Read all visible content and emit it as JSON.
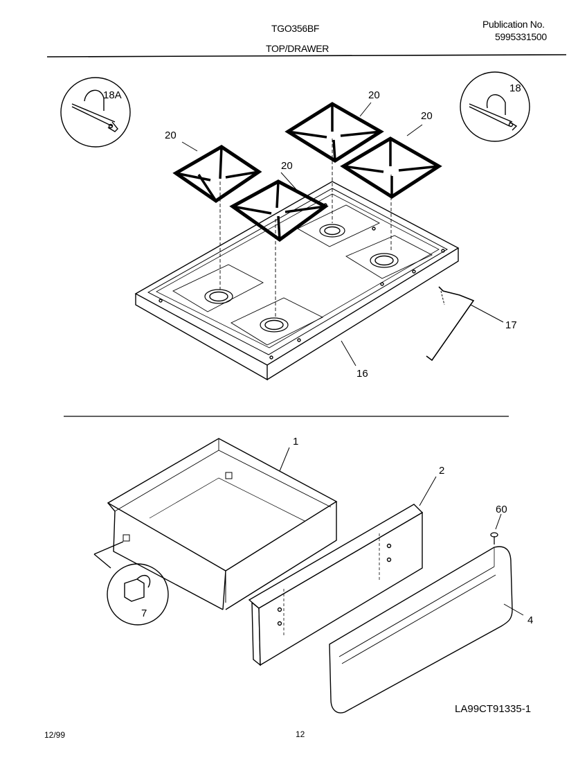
{
  "header": {
    "model": "TGO356BF",
    "section": "TOP/DRAWER",
    "publication_label": "Publication No.",
    "publication_number": "5995331500"
  },
  "callouts": {
    "burner_grate": "20",
    "cooktop": "16",
    "wire_clip": "17",
    "bracket_left": "18A",
    "bracket_right": "18",
    "drawer_body": "1",
    "drawer_front_panel": "2",
    "screw": "60",
    "drawer_outer_panel": "4",
    "roller": "7"
  },
  "footer": {
    "diagram_code": "LA99CT91335-1",
    "date": "12/99",
    "page": "12"
  }
}
